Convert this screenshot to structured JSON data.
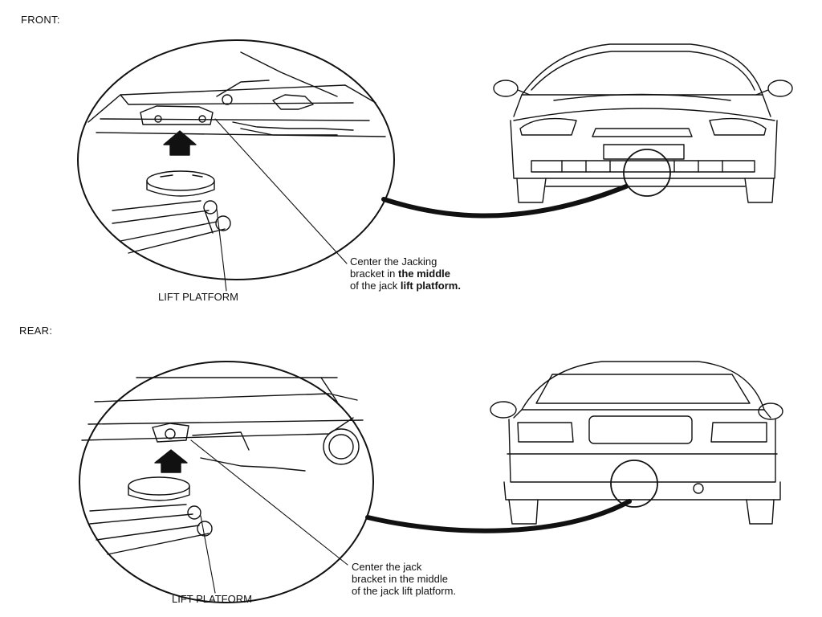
{
  "front": {
    "section_label": "FRONT:",
    "platform_label": "LIFT PLATFORM",
    "callout_line1": "Center the Jacking",
    "callout_line2a": "bracket in ",
    "callout_line2b": "the middle",
    "callout_line3a": "of the jack ",
    "callout_line3b": "lift platform."
  },
  "rear": {
    "section_label": "REAR:",
    "platform_label": "LIFT PLATFORM",
    "callout_line1": "Center the jack",
    "callout_line2": "bracket in the middle",
    "callout_line3": "of the jack lift platform."
  },
  "colors": {
    "ink": "#111111",
    "background": "#ffffff"
  }
}
